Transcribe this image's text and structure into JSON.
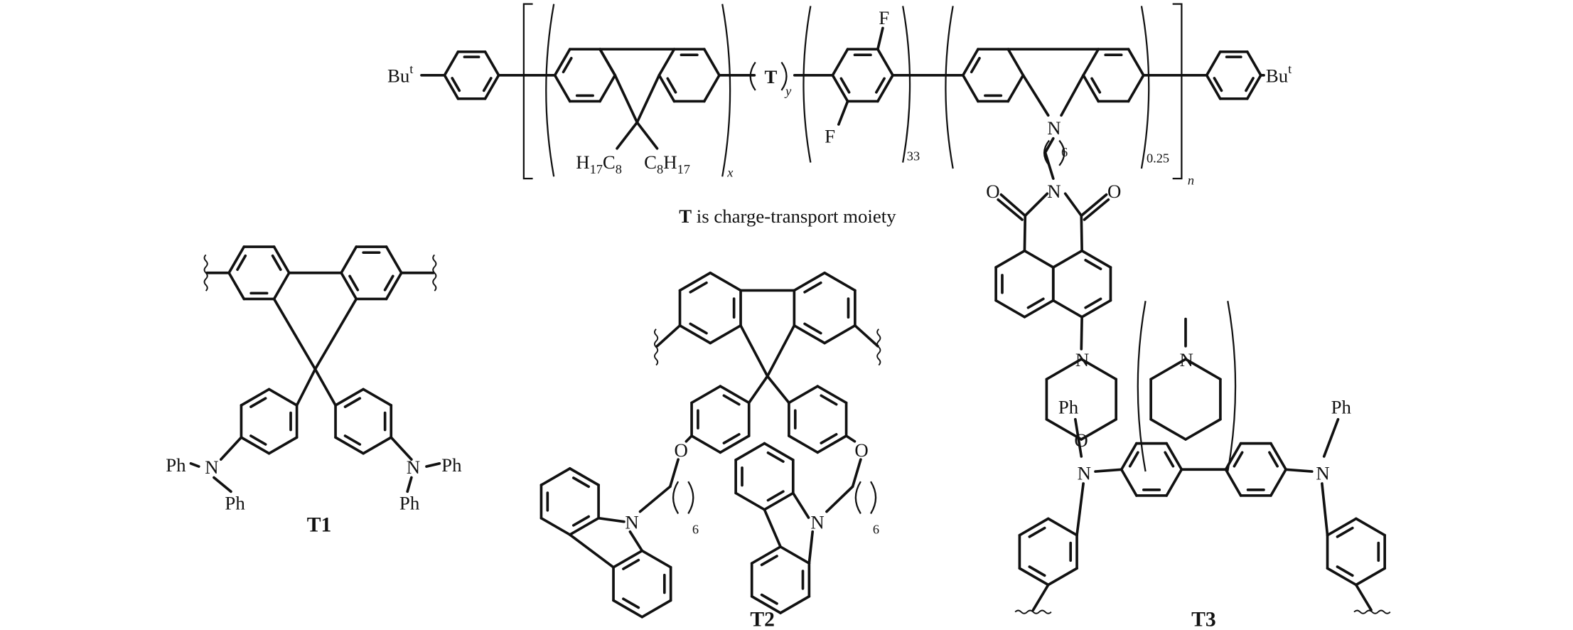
{
  "atoms": {
    "Bu": "Bu",
    "t": "t",
    "H": "H",
    "C": "C",
    "n17": "17",
    "n8": "8",
    "x": "x",
    "T": "T",
    "y": "y",
    "F": "F",
    "n33": "33",
    "N": "N",
    "O": "O",
    "n6": "6",
    "n025": "0.25",
    "n": "n",
    "Ph": "Ph"
  },
  "caption": {
    "bold": "T",
    "rest": " is charge-transport moiety"
  },
  "labels": {
    "t1": "T1",
    "t2": "T2",
    "t3": "T3"
  }
}
